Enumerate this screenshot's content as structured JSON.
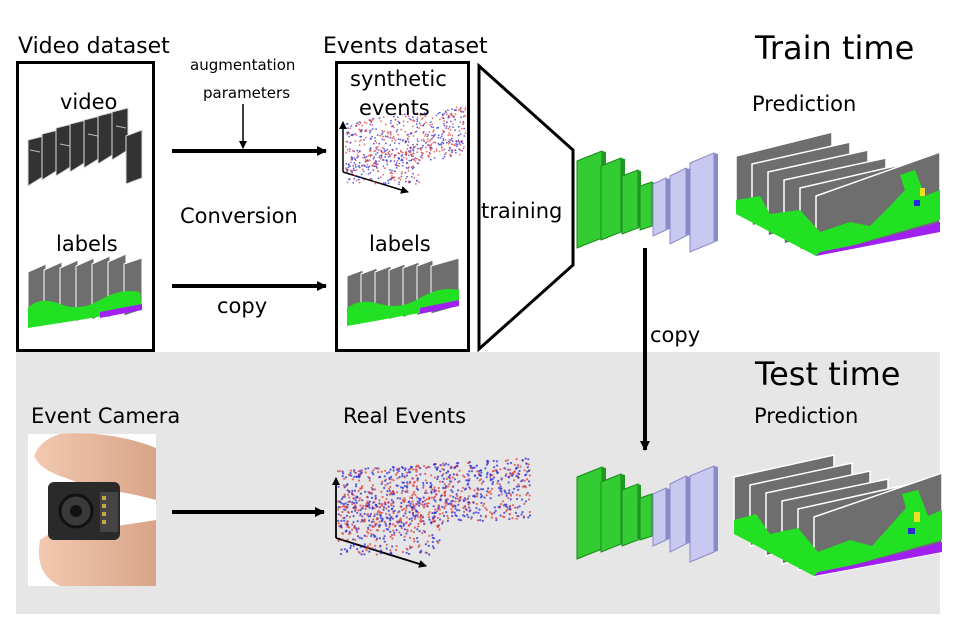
{
  "train": {
    "title": "Train time",
    "video_dataset_label": "Video dataset",
    "events_dataset_label": "Events dataset",
    "video_label": "video",
    "labels_label_left": "labels",
    "augmentation_line1": "augmentation",
    "augmentation_line2": "parameters",
    "conversion_label": "Conversion",
    "copy_label": "copy",
    "synthetic_line1": "synthetic",
    "synthetic_line2": "events",
    "labels_label_right": "labels",
    "training_label": "training",
    "prediction_label": "Prediction"
  },
  "transfer": {
    "copy_label": "copy"
  },
  "test": {
    "title": "Test time",
    "event_camera_label": "Event Camera",
    "real_events_label": "Real Events",
    "prediction_label": "Prediction"
  },
  "colors": {
    "test_background": "#e6e6e6",
    "encoder_green": "#33cc33",
    "decoder_lavender": "#c8c8f0",
    "event_red": "#e0403c",
    "event_blue": "#2a2ad8",
    "segment_gray": "#6e6e6e",
    "segment_green": "#22e022",
    "segment_purple": "#a020f0"
  },
  "icons": [
    "video-frames-icon",
    "label-frames-icon",
    "synthetic-events-icon",
    "real-events-icon",
    "prediction-frames-icon",
    "network-icon",
    "event-camera-photo",
    "arrow-icon"
  ]
}
